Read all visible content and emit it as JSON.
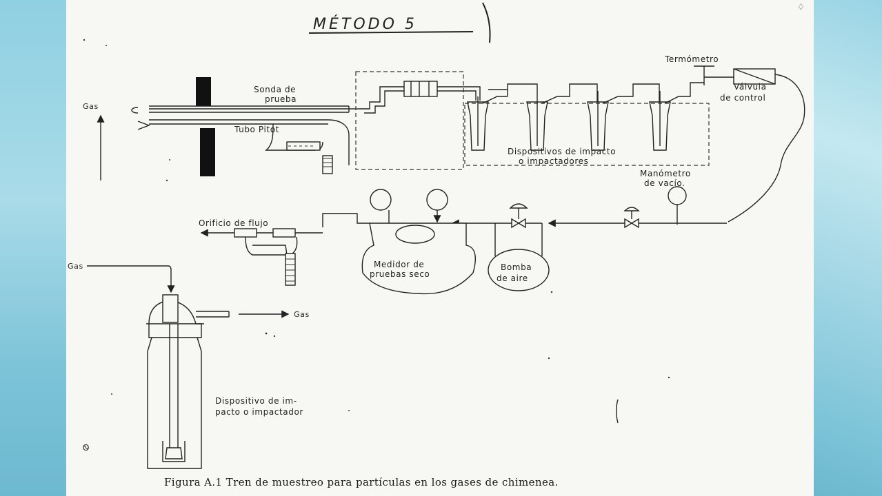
{
  "title": "MÉTODO 5",
  "labels": {
    "gas_left": "Gas",
    "sonda": [
      "Sonda de",
      "prueba"
    ],
    "tubo_pitot": "Tubo Pitot",
    "termometro": "Termómetro",
    "valvula": [
      "Válvula",
      "de control"
    ],
    "impactadores": [
      "Dispositivos de impacto",
      "o impactadores"
    ],
    "manometro": [
      "Manómetro",
      "de vacío."
    ],
    "orificio": "Orificio de flujo",
    "medidor": [
      "Medidor de",
      "pruebas seco"
    ],
    "bomba": [
      "Bomba",
      "de aire"
    ],
    "gas_in": "Gas",
    "gas_out": "Gas",
    "dispositivo": [
      "Dispositivo de im-",
      "pacto o impactador"
    ]
  },
  "caption": "Figura A.1 Tren de muestreo para partículas en los gases de chimenea."
}
